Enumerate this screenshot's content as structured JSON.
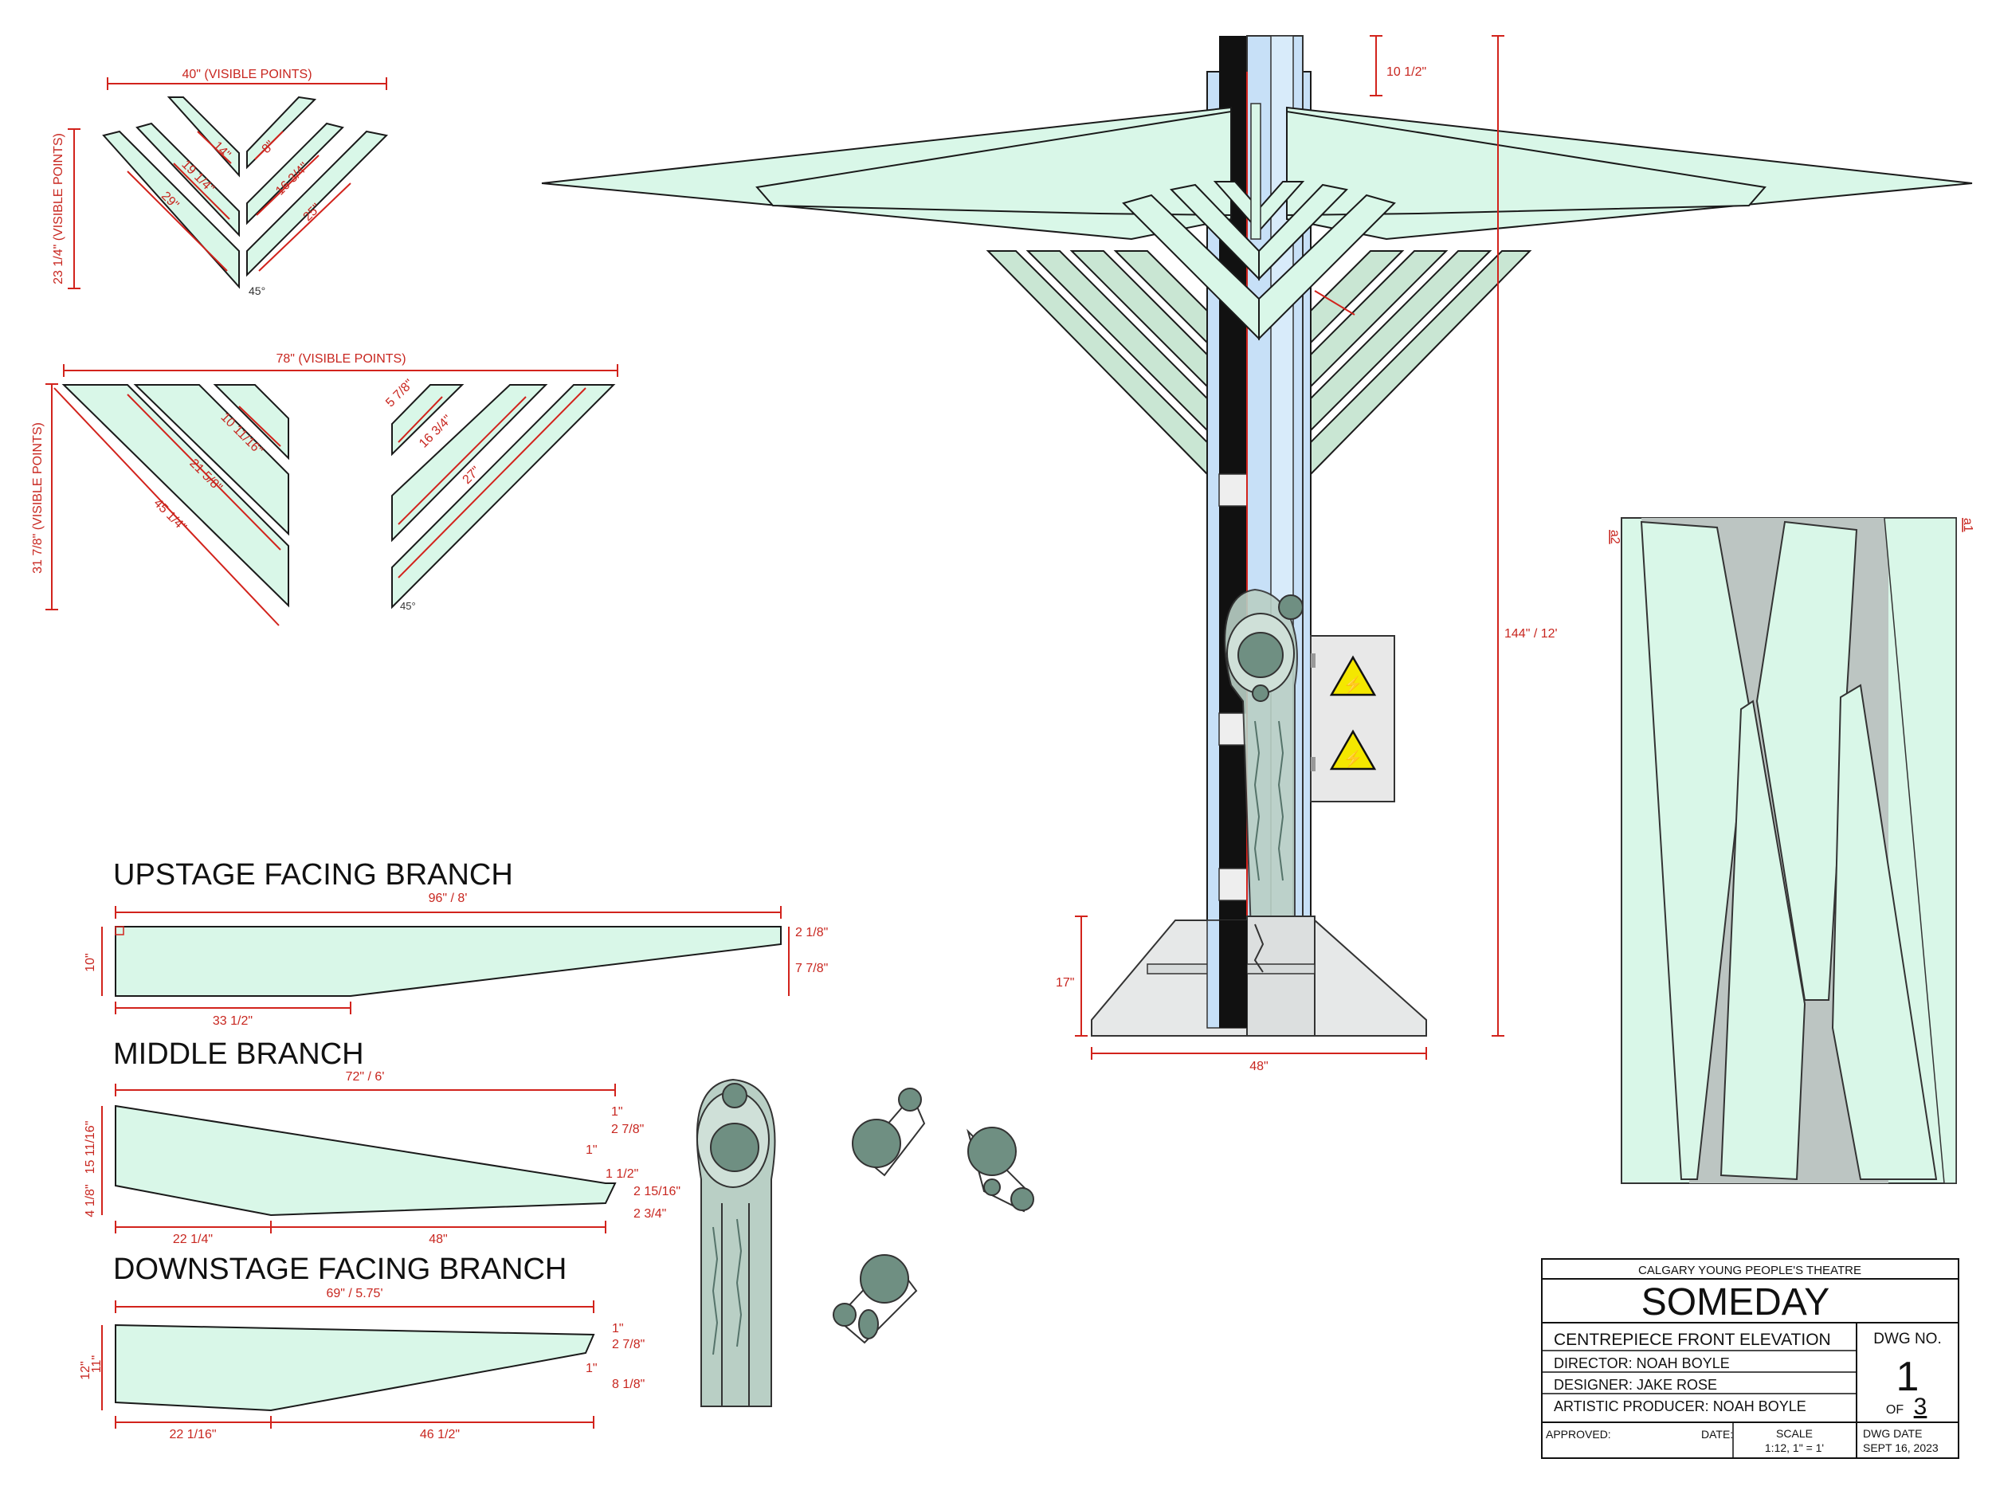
{
  "top_left_diagram": {
    "width_label": "40\" (VISIBLE POINTS)",
    "height_label": "23 1/4\" (VISIBLE POINTS)",
    "pieces": [
      "14\"",
      "8\"",
      "19 1/4\"",
      "16 3/4\"",
      "29\"",
      "25\""
    ],
    "angle": "45°"
  },
  "mid_left_diagram": {
    "width_label": "78\" (VISIBLE POINTS)",
    "height_label": "31 7/8\" (VISIBLE POINTS)",
    "pieces": [
      "10 11/16\"",
      "21 5/8\"",
      "45 1/4\"",
      "5 7/8\"",
      "16 3/4\"",
      "27\""
    ],
    "angle": "45°"
  },
  "upstage_branch": {
    "heading": "UPSTAGE FACING BRANCH",
    "length": "96\" / 8'",
    "height": "10\"",
    "tip_top": "2 1/8\"",
    "tip_bottom": "7 7/8\"",
    "base": "33 1/2\""
  },
  "middle_branch": {
    "heading": "MIDDLE BRANCH",
    "length": "72\" / 6'",
    "height": "15 11/16\"",
    "left_small": "4 1/8\"",
    "right": [
      "1\"",
      "2 7/8\"",
      "1\"",
      "1 1/2\"",
      "2 15/16\"",
      "2 3/4\""
    ],
    "base_left": "22 1/4\"",
    "base_right": "48\""
  },
  "downstage_branch": {
    "heading": "DOWNSTAGE FACING BRANCH",
    "length": "69\" / 5.75'",
    "height_outer": "12\"",
    "height_inner": "11\"",
    "right": [
      "1\"",
      "2 7/8\"",
      "1\"",
      "8 1/8\""
    ],
    "base_left": "22 1/16\"",
    "base_right": "46 1/2\""
  },
  "elevation": {
    "top_dim": "10 1/2\"",
    "height_dim": "144\" / 12'",
    "base_height": "17\"",
    "base_width": "48\""
  },
  "panel": {
    "label_left": "a2",
    "label_right": "a1"
  },
  "title_block": {
    "company": "CALGARY YOUNG PEOPLE'S THEATRE",
    "show": "SOMEDAY",
    "drawing_title": "CENTREPIECE FRONT ELEVATION",
    "director": "DIRECTOR: NOAH BOYLE",
    "designer": "DESIGNER: JAKE ROSE",
    "producer": "ARTISTIC PRODUCER: NOAH BOYLE",
    "dwg_no_label": "DWG NO.",
    "dwg_no": "1",
    "of_label": "OF",
    "of_total": "3",
    "approved": "APPROVED:",
    "date": "DATE:",
    "scale_label": "SCALE",
    "scale": "1:12, 1\" = 1'",
    "dwg_date_label": "DWG DATE",
    "dwg_date": "SEPT 16, 2023"
  },
  "colors": {
    "mint": "#d9f7e8",
    "dimension_red": "#c8261f",
    "pole_blue": "#c7e0f7",
    "sage": "#6f8f82",
    "warning_yellow": "#f4e700"
  },
  "icons": [
    "electrical-hazard-icon",
    "electrocution-warning-icon"
  ]
}
